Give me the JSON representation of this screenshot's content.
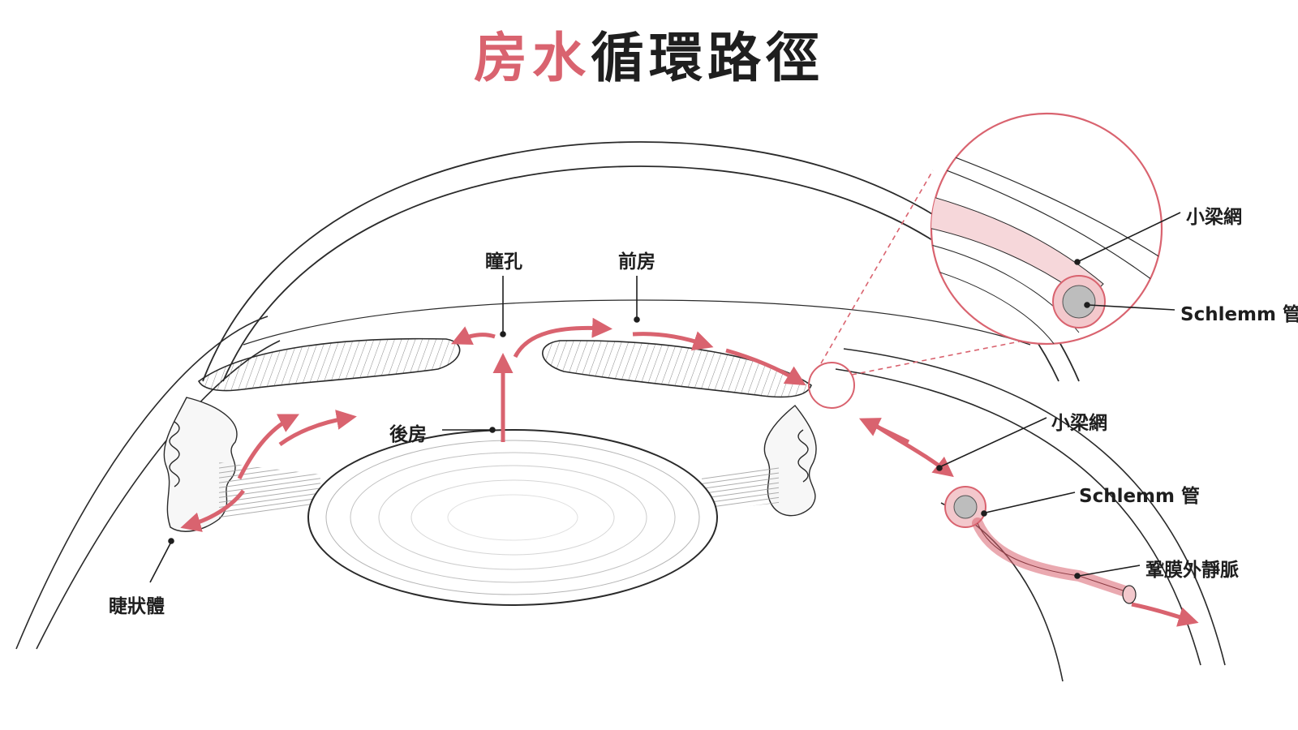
{
  "title": {
    "accent": "房水",
    "rest": "循環路徑"
  },
  "labels": {
    "pupil": "瞳孔",
    "anterior_chamber": "前房",
    "posterior_chamber": "後房",
    "ciliary_body": "睫狀體",
    "trabecular_meshwork": "小梁網",
    "schlemm_canal": "Schlemm 管",
    "episcleral_vein": "鞏膜外靜脈",
    "inset_trabecular_meshwork": "小梁網",
    "inset_schlemm_canal": "Schlemm 管"
  },
  "colors": {
    "accent": "#d9636f",
    "line": "#2a2a2a",
    "tissue_pink": "#f3c8cc",
    "canal_gray": "#bdbdbd"
  }
}
